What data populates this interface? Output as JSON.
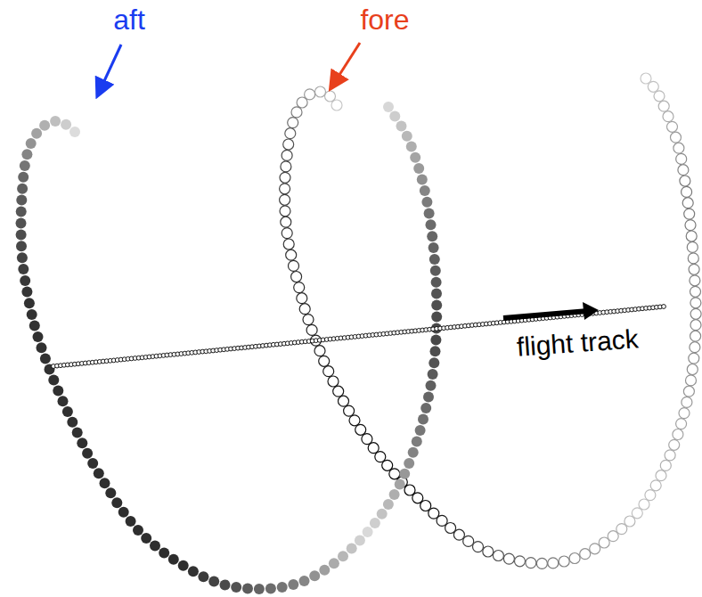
{
  "diagram": {
    "labels": [
      "aft",
      "fore",
      "flight track"
    ]
  }
}
